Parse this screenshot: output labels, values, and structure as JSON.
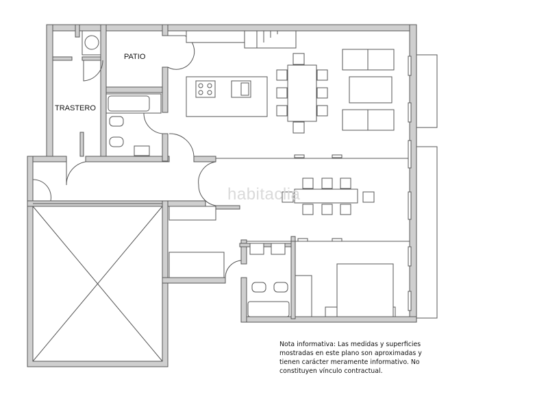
{
  "rooms": {
    "trastero": "TRASTERO",
    "patio": "PATIO"
  },
  "watermark": "habitaclia",
  "note": "Nota informativa: Las medidas y superficies mostradas en este plano son aproximadas y tienen carácter meramente informativo. No constituyen vínculo contractual.",
  "colors": {
    "wall": "#cfcfcf",
    "line": "#555555"
  }
}
